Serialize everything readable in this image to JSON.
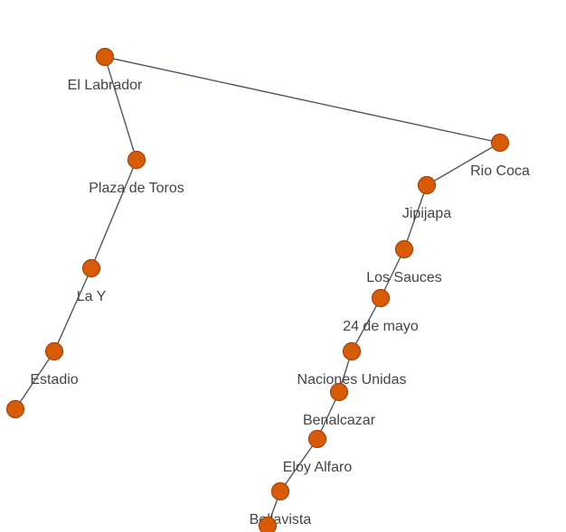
{
  "colors": {
    "node_fill": "#d95a07",
    "edge": "#4d5566",
    "label": "#444444",
    "background": "#ffffff"
  },
  "nodes": [
    {
      "id": "el-labrador",
      "label": "El Labrador"
    },
    {
      "id": "plaza-de-toros",
      "label": "Plaza de Toros"
    },
    {
      "id": "la-y",
      "label": "La Y"
    },
    {
      "id": "estadio",
      "label": "Estadio"
    },
    {
      "id": "rio-coca",
      "label": "Rio Coca"
    },
    {
      "id": "jipijapa",
      "label": "Jipijapa"
    },
    {
      "id": "los-sauces",
      "label": "Los Sauces"
    },
    {
      "id": "24-de-mayo",
      "label": "24 de mayo"
    },
    {
      "id": "naciones-unidas",
      "label": "Naciones Unidas"
    },
    {
      "id": "benalcazar",
      "label": "Benalcazar"
    },
    {
      "id": "eloy-alfaro",
      "label": "Eloy Alfaro"
    },
    {
      "id": "bellavista",
      "label": "Bellavista"
    },
    {
      "id": "offscreen-left",
      "label": ""
    },
    {
      "id": "offscreen-bottom",
      "label": ""
    }
  ],
  "edges": [
    {
      "from": "el-labrador",
      "to": "plaza-de-toros"
    },
    {
      "from": "plaza-de-toros",
      "to": "la-y"
    },
    {
      "from": "la-y",
      "to": "estadio"
    },
    {
      "from": "estadio",
      "to": "offscreen-left"
    },
    {
      "from": "el-labrador",
      "to": "rio-coca"
    },
    {
      "from": "rio-coca",
      "to": "jipijapa"
    },
    {
      "from": "jipijapa",
      "to": "los-sauces"
    },
    {
      "from": "los-sauces",
      "to": "24-de-mayo"
    },
    {
      "from": "24-de-mayo",
      "to": "naciones-unidas"
    },
    {
      "from": "naciones-unidas",
      "to": "benalcazar"
    },
    {
      "from": "benalcazar",
      "to": "eloy-alfaro"
    },
    {
      "from": "eloy-alfaro",
      "to": "bellavista"
    },
    {
      "from": "bellavista",
      "to": "offscreen-bottom"
    }
  ]
}
